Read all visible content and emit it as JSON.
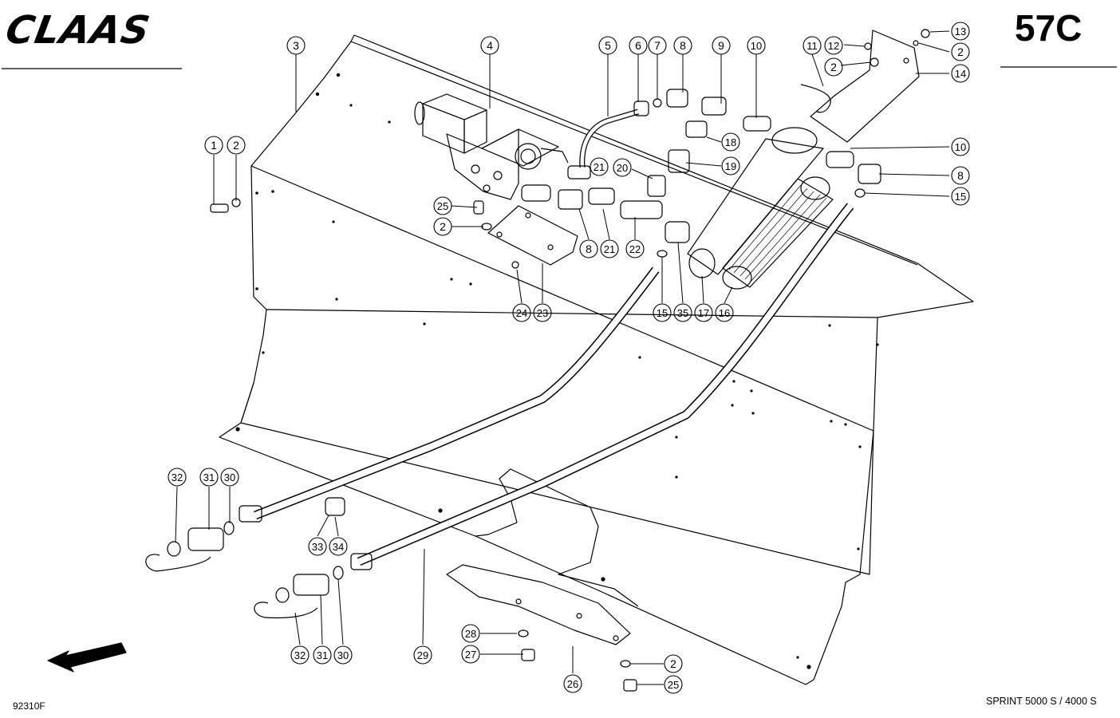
{
  "header": {
    "brand": "CLAAS",
    "page_number": "57C"
  },
  "footer": {
    "drawing_number": "92310F",
    "model": "SPRINT 5000 S / 4000 S"
  },
  "callouts": [
    {
      "id": "c3",
      "label": "3"
    },
    {
      "id": "c4",
      "label": "4"
    },
    {
      "id": "c5",
      "label": "5"
    },
    {
      "id": "c6",
      "label": "6"
    },
    {
      "id": "c7",
      "label": "7"
    },
    {
      "id": "c8a",
      "label": "8"
    },
    {
      "id": "c9",
      "label": "9"
    },
    {
      "id": "c10a",
      "label": "10"
    },
    {
      "id": "c11",
      "label": "11"
    },
    {
      "id": "c12",
      "label": "12"
    },
    {
      "id": "c13",
      "label": "13"
    },
    {
      "id": "c2a",
      "label": "2"
    },
    {
      "id": "c2b",
      "label": "2"
    },
    {
      "id": "c14",
      "label": "14"
    },
    {
      "id": "c1",
      "label": "1"
    },
    {
      "id": "c2c",
      "label": "2"
    },
    {
      "id": "c18",
      "label": "18"
    },
    {
      "id": "c19",
      "label": "19"
    },
    {
      "id": "c20",
      "label": "20"
    },
    {
      "id": "c21a",
      "label": "21"
    },
    {
      "id": "c10b",
      "label": "10"
    },
    {
      "id": "c8b",
      "label": "8"
    },
    {
      "id": "c15a",
      "label": "15"
    },
    {
      "id": "c25a",
      "label": "25"
    },
    {
      "id": "c2d",
      "label": "2"
    },
    {
      "id": "c8c",
      "label": "8"
    },
    {
      "id": "c21b",
      "label": "21"
    },
    {
      "id": "c22",
      "label": "22"
    },
    {
      "id": "c24",
      "label": "24"
    },
    {
      "id": "c23",
      "label": "23"
    },
    {
      "id": "c15b",
      "label": "15"
    },
    {
      "id": "c35",
      "label": "35"
    },
    {
      "id": "c17",
      "label": "17"
    },
    {
      "id": "c16",
      "label": "16"
    },
    {
      "id": "c32a",
      "label": "32"
    },
    {
      "id": "c31a",
      "label": "31"
    },
    {
      "id": "c30a",
      "label": "30"
    },
    {
      "id": "c33",
      "label": "33"
    },
    {
      "id": "c34",
      "label": "34"
    },
    {
      "id": "c32b",
      "label": "32"
    },
    {
      "id": "c31b",
      "label": "31"
    },
    {
      "id": "c30b",
      "label": "30"
    },
    {
      "id": "c29",
      "label": "29"
    },
    {
      "id": "c28",
      "label": "28"
    },
    {
      "id": "c27",
      "label": "27"
    },
    {
      "id": "c26",
      "label": "26"
    },
    {
      "id": "c2e",
      "label": "2"
    },
    {
      "id": "c25b",
      "label": "25"
    }
  ]
}
